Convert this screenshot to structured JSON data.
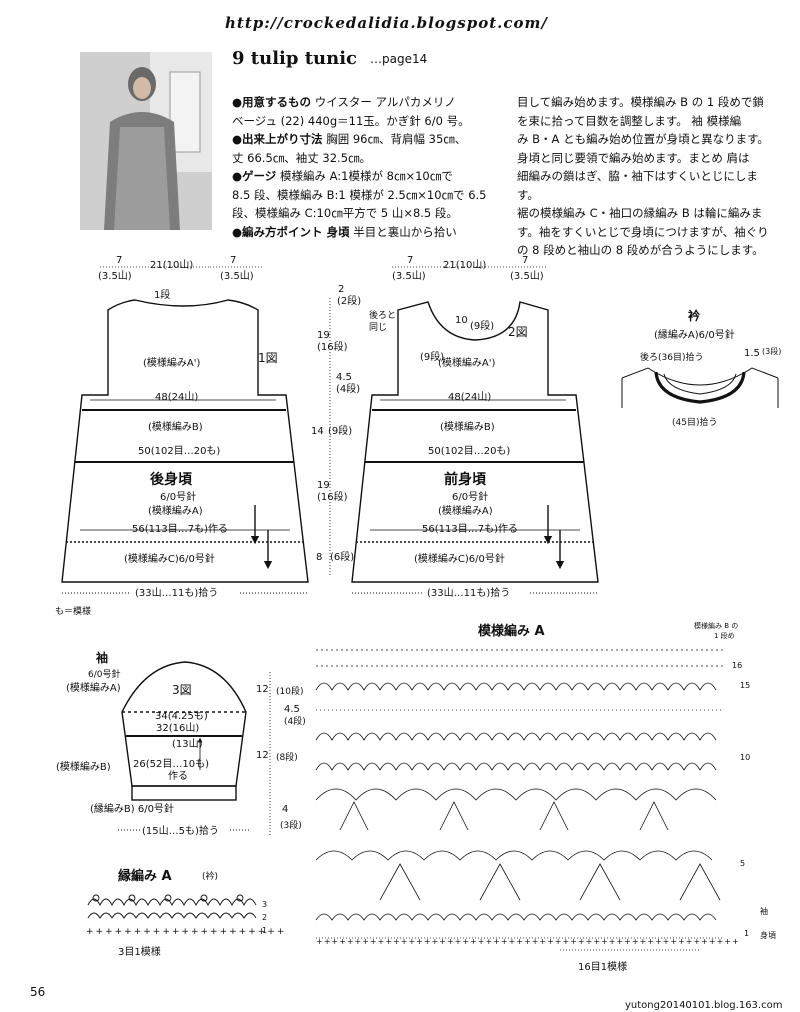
{
  "header_url": "http://crockedalidia.blogspot.com/",
  "title": "9 tulip tunic",
  "page_ref": "…page14",
  "col1": [
    {
      "b": "●用意するもの",
      "t": " ウイスター アルパカメリノ"
    },
    {
      "b": "",
      "t": "ベージュ (22) 440g＝11玉。かぎ針 6/0 号。"
    },
    {
      "b": "●出来上がり寸法",
      "t": " 胸囲 96㎝、背肩幅 35㎝、"
    },
    {
      "b": "",
      "t": "丈 66.5㎝、袖丈 32.5㎝。"
    },
    {
      "b": "●ゲージ",
      "t": " 模様編み A:1模様が 8㎝×10㎝で"
    },
    {
      "b": "",
      "t": "8.5 段、模様編み B:1 模様が 2.5㎝×10㎝で 6.5"
    },
    {
      "b": "",
      "t": "段、模様編み C:10㎝平方で 5 山×8.5 段。"
    },
    {
      "b": "●編み方ポイント 身頃",
      "t": " 半目と裏山から拾い"
    }
  ],
  "col2": [
    "目して編み始めます。模様編み B の 1 段めで鎖",
    "を束に拾って目数を調整します。 袖 模様編",
    "み B・A とも編み始め位置が身頃と異なります。",
    "身頃と同じ要領で編み始めます。まとめ 肩は",
    "細編みの鎖はぎ、脇・袖下はすくいとじにします。",
    "裾の模様編み C・袖口の縁編み B は輪に編みま",
    "す。袖をすくいとじで身頃につけますが、袖ぐり",
    "の 8 段めと袖山の 8 段めが合うようにします。"
  ],
  "back": {
    "top_dims": [
      "7",
      "21(10山)",
      "7"
    ],
    "top_sub": [
      "(3.5山)",
      "(3.5山)"
    ],
    "start_row": "1段",
    "pattern_a2": "(模様編みA')",
    "fig": "1図",
    "w48": "48(24山)",
    "pattern_b": "(模様編みB)",
    "w50": "50(102目…20も)",
    "name": "後身頃",
    "needle": "6/0号針",
    "pattern_a": "(模様編みA)",
    "w56": "56(113目…7も)作る",
    "pattern_c": "(模様編みC)6/0号針",
    "bottom": "(33山…11も)拾う",
    "legend": "も＝模様"
  },
  "mid_dims": [
    "2",
    "(2段)",
    "19",
    "(16段)",
    "4.5",
    "(4段)",
    "14",
    "(9段)",
    "19",
    "(16段)",
    "8",
    "(6段)"
  ],
  "front": {
    "top_dims": [
      "7",
      "21(10山)",
      "7"
    ],
    "top_sub": [
      "(3.5山)",
      "(3.5山)"
    ],
    "neck": [
      "10",
      "(9段)"
    ],
    "back_note": [
      "後ろと",
      "同じ"
    ],
    "arm": "(9段)",
    "pattern_a2": "(模様編みA')",
    "fig": "2図",
    "w48": "48(24山)",
    "pattern_b": "(模様編みB)",
    "w50": "50(102目…20も)",
    "name": "前身頃",
    "needle": "6/0号針",
    "pattern_a": "(模様編みA)",
    "w56": "56(113目…7も)作る",
    "pattern_c": "(模様編みC)6/0号針",
    "bottom": "(33山…11も)拾う"
  },
  "collar": {
    "title": "衿",
    "sub": "(縁編みA)6/0号針",
    "r1": "1.5",
    "r2": "(3段)",
    "back": "後ろ(36目)拾う",
    "front": "(45目)拾う"
  },
  "sleeve": {
    "title": "袖",
    "needle": "6/0号針",
    "pattern_a": "(模様編みA)",
    "fig": "3図",
    "w34": "34(4.25も)",
    "w32": "32(16山)",
    "w13": "(13山)",
    "pattern_b": "(模様編みB)",
    "w26": "26(52目…10も)",
    "make": "作る",
    "edge": "(縁編みB) 6/0号針",
    "bottom": "(15山…5も)拾う",
    "dims": [
      "12",
      "(10段)",
      "4.5",
      "(4段)",
      "12",
      "(8段)",
      "4",
      "(3段)"
    ]
  },
  "pattern_a_chart": {
    "title": "模様編み A",
    "note": [
      "模様編み B の",
      "1 段め"
    ],
    "rows": [
      "16",
      "15",
      "10",
      "5"
    ],
    "start_labels": [
      "袖",
      "1",
      "身頃"
    ],
    "repeat": "16目1模様"
  },
  "edging_a": {
    "title": "縁編み A",
    "sub": "(衿)",
    "rows": [
      "3",
      "2",
      "1"
    ],
    "repeat": "3目1模様"
  },
  "page_number": "56",
  "footer": "yutong20140101.blog.163.com"
}
